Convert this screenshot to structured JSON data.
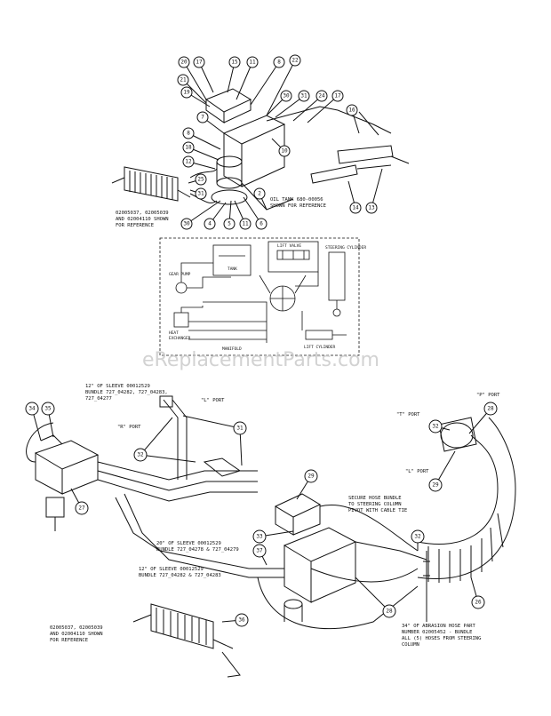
{
  "watermark": "eReplacementParts.com",
  "top_section": {
    "callouts": [
      "20",
      "17",
      "15",
      "11",
      "8",
      "22",
      "21",
      "19",
      "30",
      "31",
      "24",
      "17",
      "16",
      "7",
      "8",
      "10",
      "18",
      "12",
      "25",
      "31",
      "30",
      "4",
      "5",
      "11",
      "6",
      "2",
      "14",
      "13"
    ],
    "notes": {
      "oil_tank": [
        "OIL TANK 680-00056",
        "SHOWN FOR REFERENCE"
      ],
      "ref_left": [
        "02005037, 02005039",
        "AND 02004110 SHOWN",
        "FOR REFERENCE"
      ]
    }
  },
  "schematic": {
    "labels": {
      "gear_pump": "GEAR PUMP",
      "heat_exchanger": [
        "HEAT",
        "EXCHANGER"
      ],
      "tank": "TANK",
      "lift_valve": "LIFT VALVE",
      "steering_cylinder": "STEERING CYLINDER",
      "lift_cylinder": "LIFT CYLINDER",
      "manifold": "MANIFOLD"
    }
  },
  "bottom_section": {
    "callouts": [
      "34",
      "35",
      "27",
      "32",
      "31",
      "29",
      "33",
      "32",
      "37",
      "28",
      "26",
      "36",
      "32",
      "28",
      "29"
    ],
    "ports": {
      "l_port": "\"L\" PORT",
      "r_port": "\"R\" PORT",
      "p_port": "\"P\" PORT",
      "t_port": "\"T\" PORT",
      "l_port2": "\"L\" PORT"
    },
    "notes": {
      "sleeve_top": [
        "12\" OF SLEEVE 00012529",
        "BUNDLE 727_04282, 727_04283,",
        "727_04277"
      ],
      "sleeve_mid": [
        "20\" OF SLEEVE 00012529",
        "BUNDLE 727_04278 & 727_04279"
      ],
      "sleeve_low": [
        "12\" OF SLEEVE 00012529",
        "BUNDLE 727_04282 & 727_04283"
      ],
      "secure": [
        "SECURE HOSE BUNDLE",
        "TO STEERING COLUMN",
        "PIVOT WITH CABLE TIE"
      ],
      "abrasion": [
        "34\" OF ABRASION HOSE PART",
        "NUMBER 02005452 - BUNDLE",
        "ALL (5) HOSES FROM STEERING",
        "COLUMN"
      ],
      "ref_bottom": [
        "02005037, 02005039",
        "AND 02004110 SHOWN",
        "FOR REFERENCE"
      ]
    }
  }
}
